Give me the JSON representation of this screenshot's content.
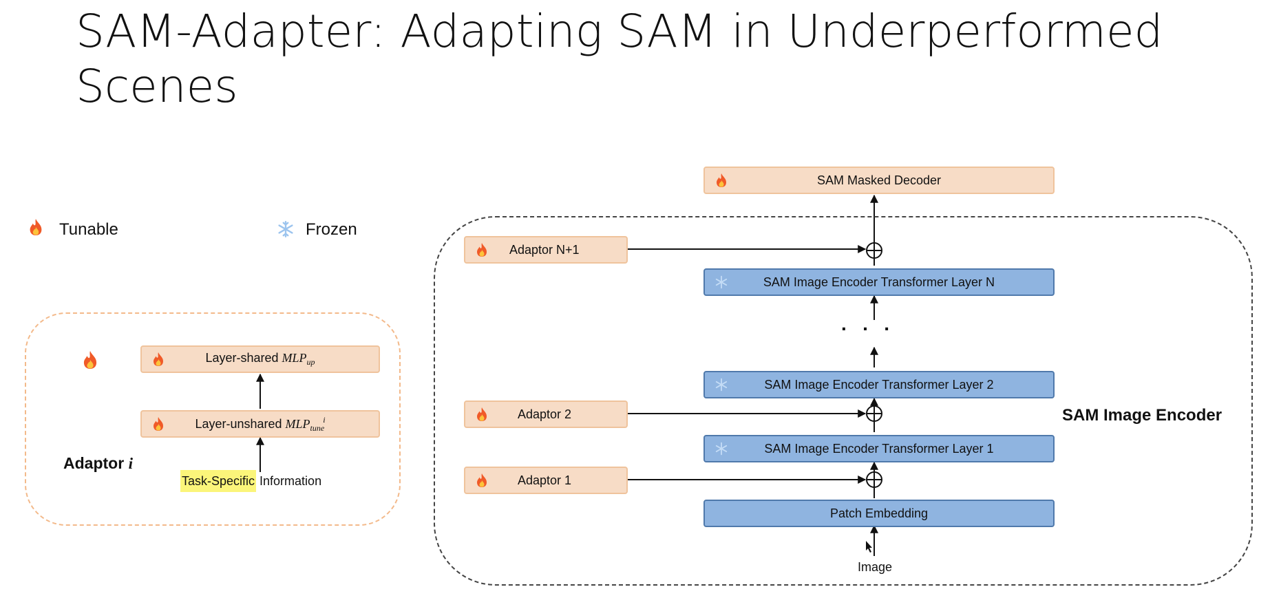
{
  "title": "SAM-Adapter: Adapting SAM in Underperformed Scenes",
  "legend": {
    "tunable": {
      "label": "Tunable",
      "icon": "fire-icon"
    },
    "frozen": {
      "label": "Frozen",
      "icon": "snowflake-icon"
    }
  },
  "encoder": {
    "label": "SAM Image Encoder",
    "decoder": "SAM Masked Decoder",
    "layers": {
      "n": "SAM Image Encoder Transformer Layer N",
      "two": "SAM Image Encoder Transformer Layer 2",
      "one": "SAM Image Encoder Transformer Layer 1"
    },
    "patch_embedding": "Patch Embedding",
    "image_label": "Image",
    "ellipsis": ".   .   .",
    "adaptors": {
      "n_plus_1": "Adaptor N+1",
      "two": "Adaptor 2",
      "one": "Adaptor 1"
    }
  },
  "adaptor_detail": {
    "label_text": "Adaptor ",
    "label_index": "i",
    "shared_prefix": "Layer-shared ",
    "shared_mlp": "MLP",
    "shared_sub": "up",
    "unshared_prefix": "Layer-unshared ",
    "unshared_mlp": "MLP",
    "unshared_sub": "tune",
    "unshared_sup": "i",
    "task_highlight": "Task-Specific",
    "task_rest": " Information"
  },
  "colors": {
    "orange_fill": "#f7dcc6",
    "orange_border": "#efc39c",
    "blue_fill": "#8fb4e0",
    "blue_border": "#4f79ab",
    "highlight": "#fbf57a",
    "fire": "#f05a28",
    "snow": "#9cc4ee"
  }
}
